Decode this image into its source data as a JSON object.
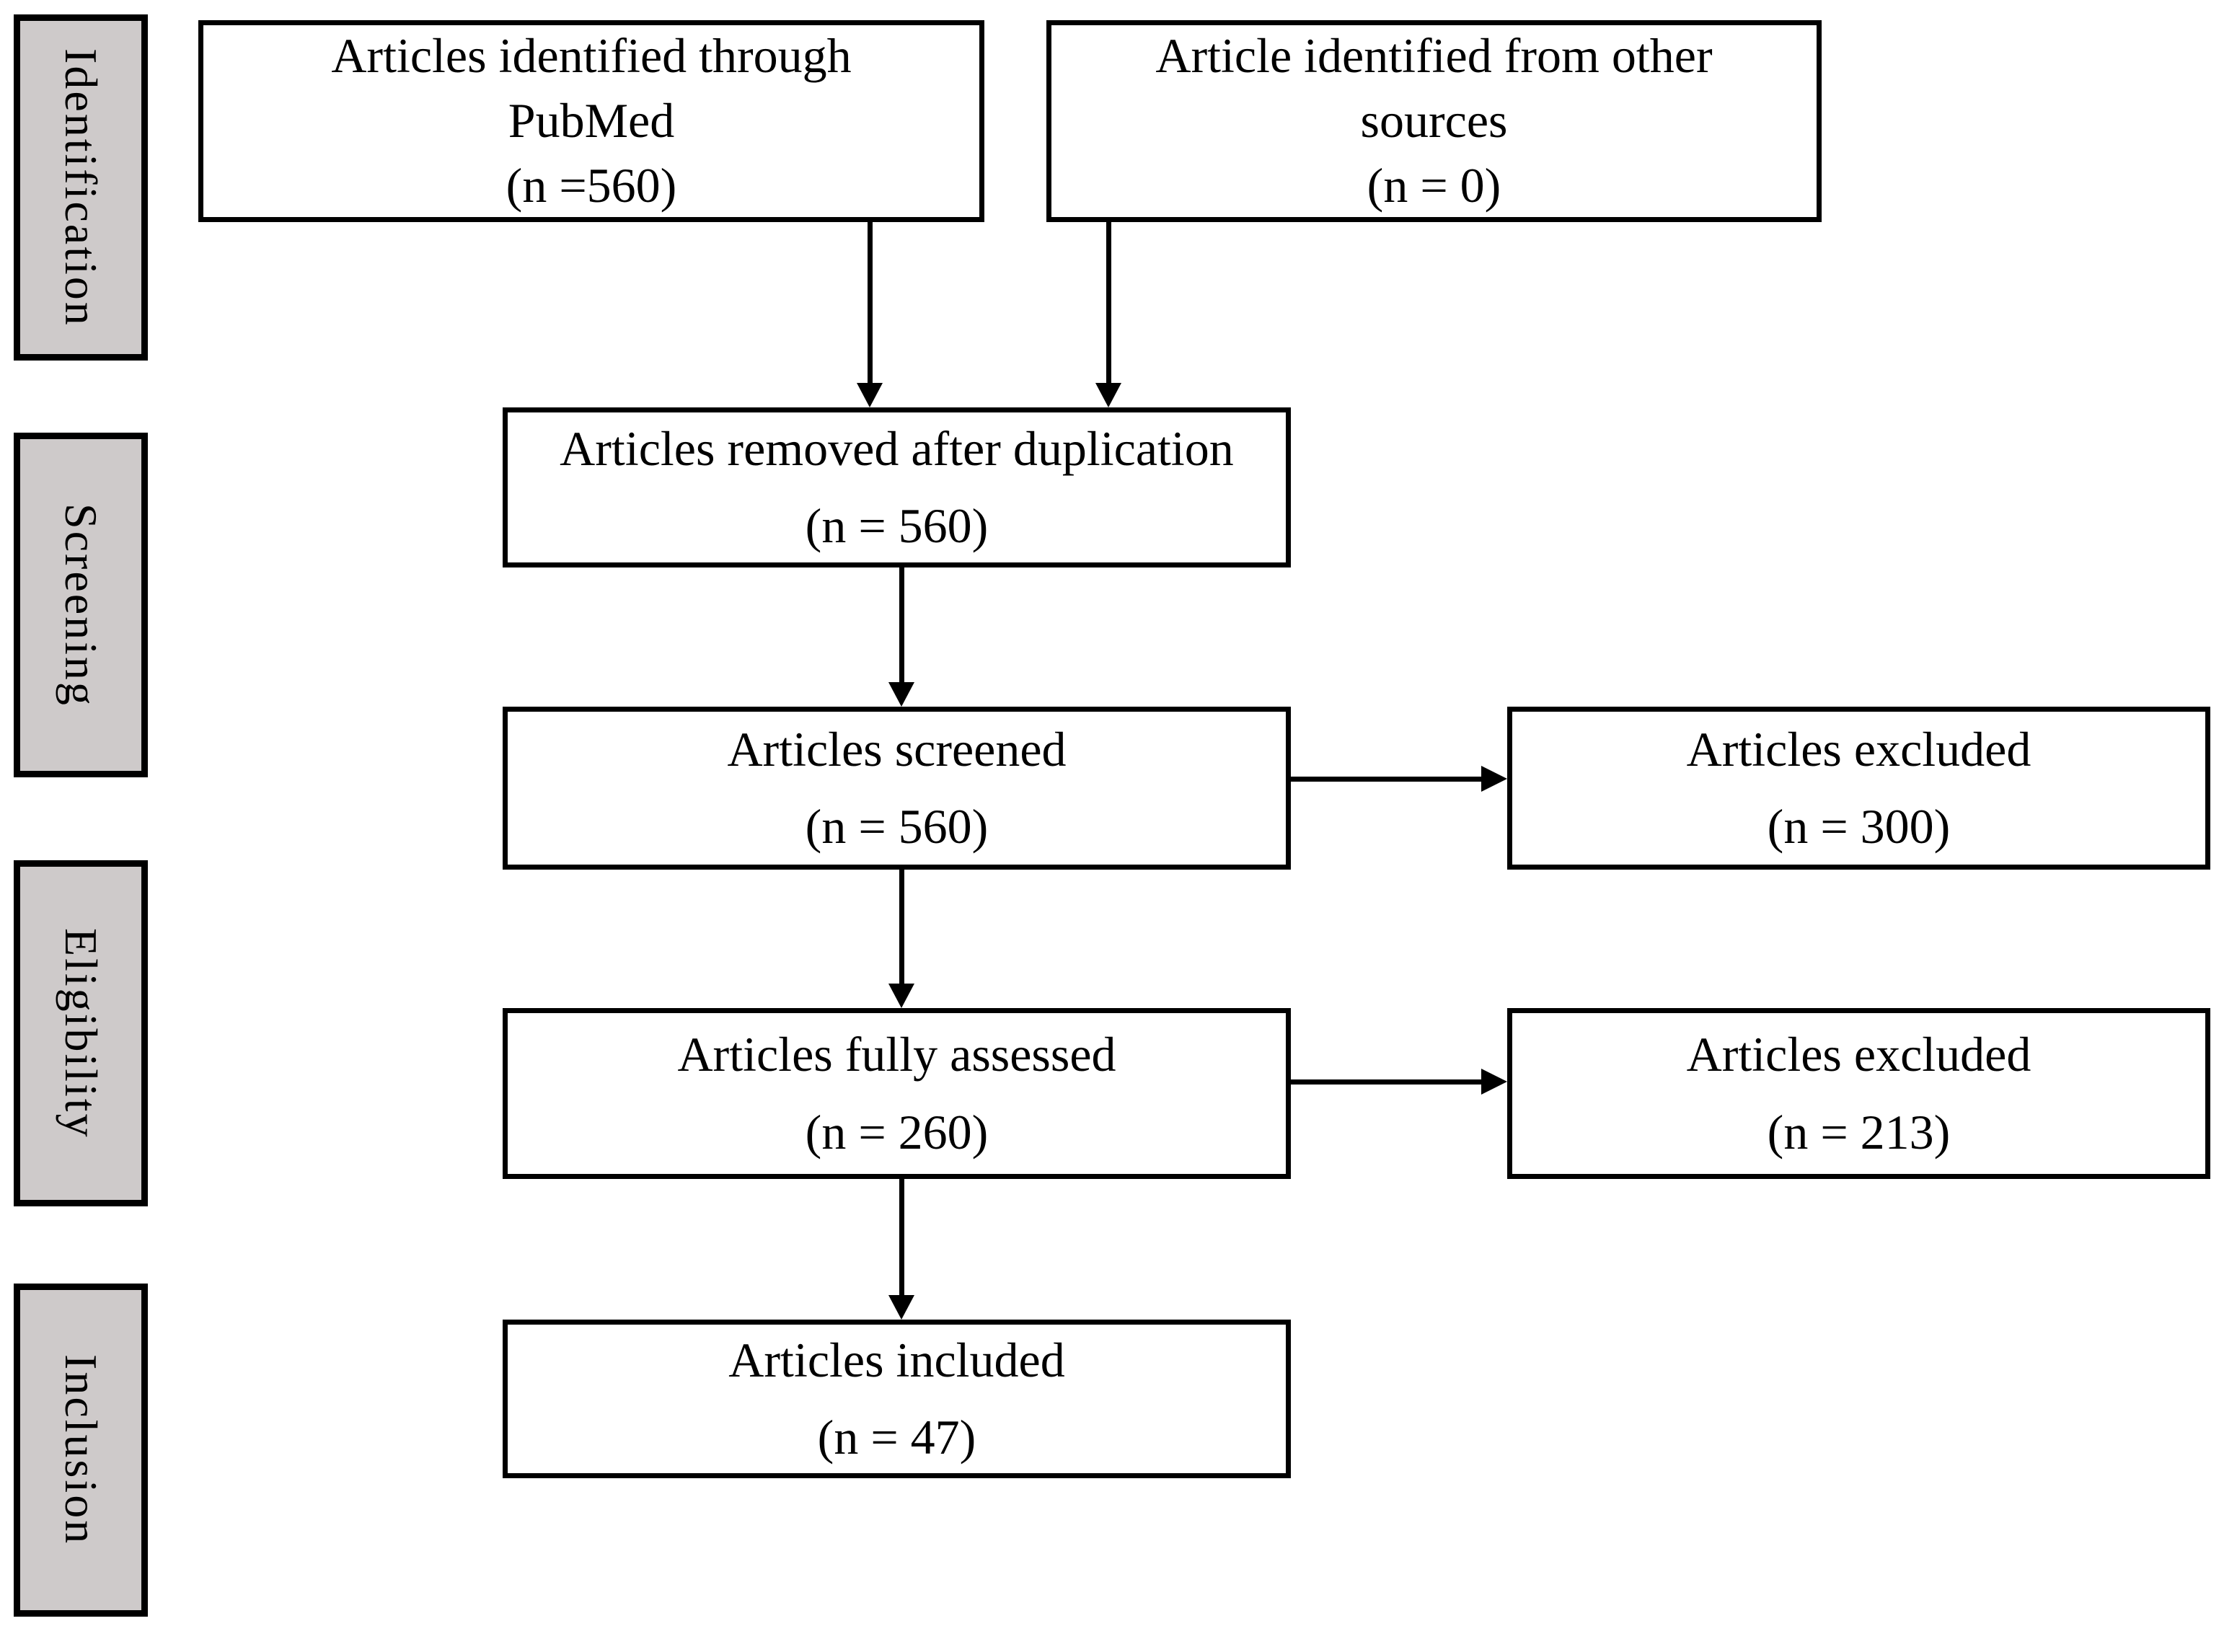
{
  "figure": {
    "type": "prisma-flow-diagram"
  },
  "colors": {
    "background": "#ffffff",
    "box_fill": "#ffffff",
    "box_border": "#000000",
    "stage_fill": "#cecaca",
    "arrow": "#000000",
    "text": "#000000"
  },
  "stages": [
    "Identification",
    "Screening",
    "Eligibility",
    "Inclusion"
  ],
  "flow": {
    "pubmed": {
      "lines": [
        "Articles identified through",
        "PubMed",
        "(n =560)"
      ]
    },
    "other_sources": {
      "lines": [
        "Article identified from other",
        "sources",
        "(n = 0)"
      ]
    },
    "duplicates_removed": {
      "lines": [
        "Articles removed after duplication",
        "(n = 560)"
      ]
    },
    "screened": {
      "lines": [
        "Articles screened",
        "(n = 560)"
      ]
    },
    "excluded_screening": {
      "lines": [
        "Articles excluded",
        "(n = 300)"
      ]
    },
    "fully_assessed": {
      "lines": [
        "Articles fully assessed",
        "(n = 260)"
      ]
    },
    "excluded_eligibility": {
      "lines": [
        "Articles excluded",
        "(n = 213)"
      ]
    },
    "included": {
      "lines": [
        "Articles included",
        "(n = 47)"
      ]
    }
  },
  "edges": [
    {
      "from": "pubmed",
      "to": "duplicates_removed"
    },
    {
      "from": "other_sources",
      "to": "duplicates_removed"
    },
    {
      "from": "duplicates_removed",
      "to": "screened"
    },
    {
      "from": "screened",
      "to": "excluded_screening"
    },
    {
      "from": "screened",
      "to": "fully_assessed"
    },
    {
      "from": "fully_assessed",
      "to": "excluded_eligibility"
    },
    {
      "from": "fully_assessed",
      "to": "included"
    }
  ]
}
